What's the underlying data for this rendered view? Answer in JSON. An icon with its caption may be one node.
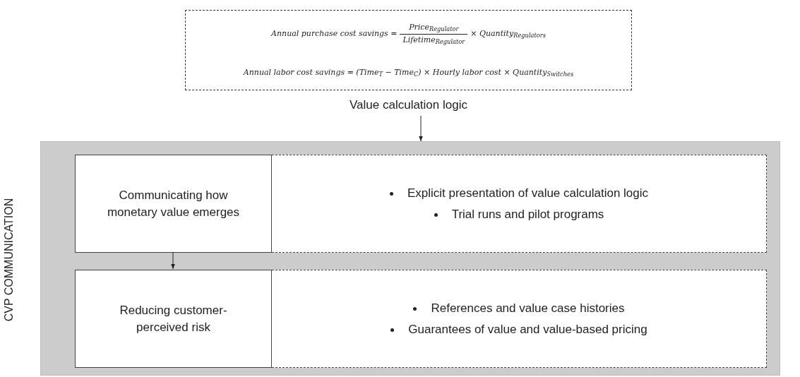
{
  "diagram": {
    "nodes": [
      {
        "text": [
          "Annual purchase cost savings =",
          "Price$_{Regulator}$",
          "Lifetime$_{Regulator}$",
          "× Quantity$_{Regulators}$",
          "Annual labor cost savings = (Time$_{T}$ − Time$_{C}$) × Hourly labor cost × Quantity$_{Switches}$",
          "Value calculation logic"
        ]
      },
      {
        "text": [
          "CVP COMMUNICATION"
        ]
      },
      {
        "text": [
          "Communicating how monetary value emerges"
        ],
        "in": 1
      },
      {
        "text": [
          "Explicit presentation of value calculation logic",
          "Trial runs and pilot programs"
        ],
        "in": 1
      },
      {
        "text": [
          "Reducing customer-perceived risk"
        ],
        "in": 1
      },
      {
        "text": [
          "References and value case histories",
          "Guarantees of value and value-based pricing"
        ],
        "in": 1
      }
    ],
    "edges": [
      {
        "from": 0,
        "to": 1,
        "arrow": "to"
      },
      {
        "from": 2,
        "to": 4,
        "arrow": "to"
      }
    ]
  }
}
